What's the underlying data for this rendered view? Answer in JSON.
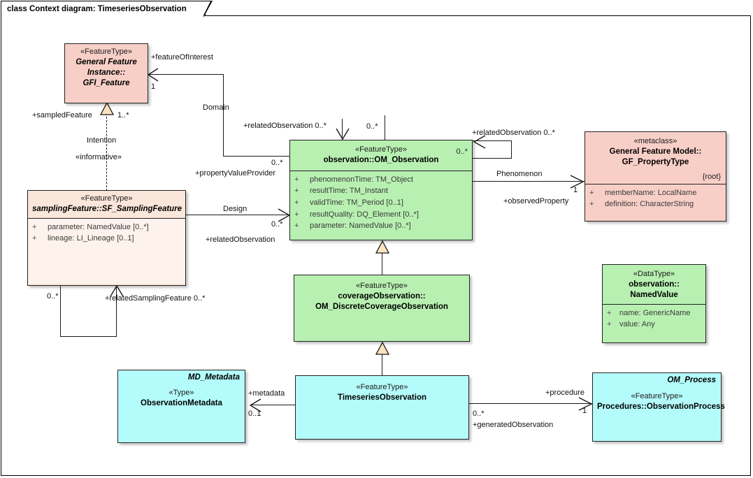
{
  "diagram": {
    "title": "class Context diagram: TimeseriesObservation",
    "type": "uml-class-diagram",
    "colors": {
      "pink": "#f8cfc7",
      "pink_light": "#fae6da",
      "green": "#b8f0b2",
      "cyan": "#b4fcfb",
      "line": "#1a1a1a",
      "generalization_fill": "#fbe3c0"
    }
  },
  "classes": [
    {
      "id": "gfi_feature",
      "stereotype": "«FeatureType»",
      "name_lines": [
        "General Feature",
        "Instance::",
        "GFI_Feature"
      ],
      "italic": true,
      "fill": "pink",
      "attributes": []
    },
    {
      "id": "sf_samplingfeature",
      "stereotype": "«FeatureType»",
      "name_lines": [
        "samplingFeature::SF_SamplingFeature"
      ],
      "italic": true,
      "fill": "pink-light",
      "attributes": [
        {
          "visibility": "+",
          "text": "parameter: NamedValue [0..*]"
        },
        {
          "visibility": "+",
          "text": "lineage: LI_Lineage [0..1]"
        }
      ]
    },
    {
      "id": "om_observation",
      "stereotype": "«FeatureType»",
      "name_lines": [
        "observation::OM_Observation"
      ],
      "italic": false,
      "fill": "green",
      "corner_multiplicity": "0..*",
      "attributes": [
        {
          "visibility": "+",
          "text": "phenomenonTime: TM_Object"
        },
        {
          "visibility": "+",
          "text": "resultTime: TM_Instant"
        },
        {
          "visibility": "+",
          "text": "validTime: TM_Period [0..1]"
        },
        {
          "visibility": "+",
          "text": "resultQuality: DQ_Element [0..*]"
        },
        {
          "visibility": "+",
          "text": "parameter: NamedValue [0..*]"
        }
      ]
    },
    {
      "id": "gf_propertytype",
      "stereotype": "«metaclass»",
      "name_lines": [
        "General Feature Model::",
        "GF_PropertyType"
      ],
      "italic": false,
      "fill": "pink",
      "constraint": "{root}",
      "attributes": [
        {
          "visibility": "+",
          "text": "memberName: LocalName"
        },
        {
          "visibility": "+",
          "text": "definition: CharacterString"
        }
      ]
    },
    {
      "id": "om_discretecoverageobservation",
      "stereotype": "«FeatureType»",
      "name_lines": [
        "coverageObservation::",
        "OM_DiscreteCoverageObservation"
      ],
      "italic": false,
      "fill": "green",
      "attributes": []
    },
    {
      "id": "namedvalue",
      "stereotype": "«DataType»",
      "name_lines": [
        "observation::",
        "NamedValue"
      ],
      "italic": false,
      "fill": "green",
      "attributes": [
        {
          "visibility": "+",
          "text": "name: GenericName"
        },
        {
          "visibility": "+",
          "text": "value: Any"
        }
      ]
    },
    {
      "id": "observationmetadata",
      "stereotype": "«Type»",
      "name_lines": [
        "ObservationMetadata"
      ],
      "italic": false,
      "fill": "cyan",
      "topright_label": "MD_Metadata",
      "attributes": []
    },
    {
      "id": "timeseriesobservation",
      "stereotype": "«FeatureType»",
      "name_lines": [
        "TimeseriesObservation"
      ],
      "italic": false,
      "fill": "cyan",
      "attributes": []
    },
    {
      "id": "observationprocess",
      "stereotype": "«FeatureType»",
      "name_lines": [
        "Procedures::ObservationProcess"
      ],
      "italic": false,
      "fill": "cyan",
      "topright_label": "OM_Process",
      "attributes": []
    }
  ],
  "edge_labels": {
    "feature_of_interest": "+featureOfInterest",
    "feature_of_interest_mult": "1",
    "domain": "Domain",
    "sampled_feature": "+sampledFeature",
    "sampled_feature_mult": "1..*",
    "intention": "Intention",
    "informative": "«informative»",
    "related_observation_left": "+relatedObservation 0..*",
    "self_mult_top": "0..*",
    "related_observation_right": "+relatedObservation 0..*",
    "property_value_provider": "+propertyValueProvider",
    "property_value_provider_mult": "0..*",
    "design": "Design",
    "related_observation_design": "+relatedObservation",
    "related_observation_design_mult": "0..*",
    "phenomenon": "Phenomenon",
    "observed_property": "+observedProperty",
    "observed_property_mult": "1",
    "related_sampling_feature": "+relatedSamplingFeature 0..*",
    "sampling_self_mult": "0..*",
    "metadata": "+metadata",
    "metadata_mult": "0..1",
    "procedure": "+procedure",
    "procedure_mult": "1",
    "generated_observation": "+generatedObservation",
    "generated_observation_mult": "0..*"
  }
}
